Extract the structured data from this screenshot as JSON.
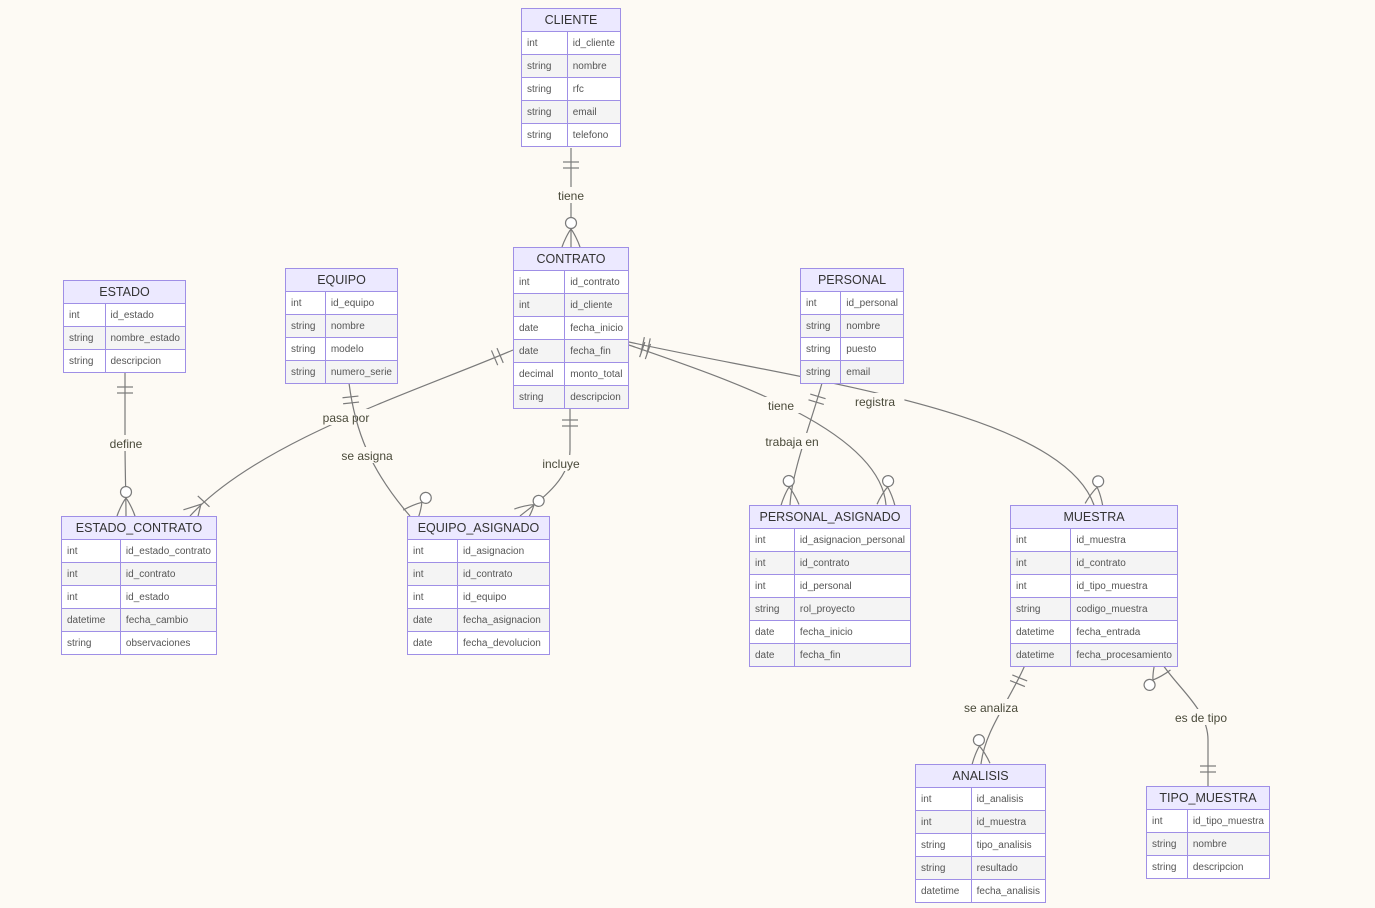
{
  "entities": {
    "cliente": {
      "name": "CLIENTE",
      "fields": [
        [
          "int",
          "id_cliente"
        ],
        [
          "string",
          "nombre"
        ],
        [
          "string",
          "rfc"
        ],
        [
          "string",
          "email"
        ],
        [
          "string",
          "telefono"
        ]
      ]
    },
    "contrato": {
      "name": "CONTRATO",
      "fields": [
        [
          "int",
          "id_contrato"
        ],
        [
          "int",
          "id_cliente"
        ],
        [
          "date",
          "fecha_inicio"
        ],
        [
          "date",
          "fecha_fin"
        ],
        [
          "decimal",
          "monto_total"
        ],
        [
          "string",
          "descripcion"
        ]
      ]
    },
    "estado": {
      "name": "ESTADO",
      "fields": [
        [
          "int",
          "id_estado"
        ],
        [
          "string",
          "nombre_estado"
        ],
        [
          "string",
          "descripcion"
        ]
      ]
    },
    "equipo": {
      "name": "EQUIPO",
      "fields": [
        [
          "int",
          "id_equipo"
        ],
        [
          "string",
          "nombre"
        ],
        [
          "string",
          "modelo"
        ],
        [
          "string",
          "numero_serie"
        ]
      ]
    },
    "personal": {
      "name": "PERSONAL",
      "fields": [
        [
          "int",
          "id_personal"
        ],
        [
          "string",
          "nombre"
        ],
        [
          "string",
          "puesto"
        ],
        [
          "string",
          "email"
        ]
      ]
    },
    "estado_contrato": {
      "name": "ESTADO_CONTRATO",
      "fields": [
        [
          "int",
          "id_estado_contrato"
        ],
        [
          "int",
          "id_contrato"
        ],
        [
          "int",
          "id_estado"
        ],
        [
          "datetime",
          "fecha_cambio"
        ],
        [
          "string",
          "observaciones"
        ]
      ]
    },
    "equipo_asignado": {
      "name": "EQUIPO_ASIGNADO",
      "fields": [
        [
          "int",
          "id_asignacion"
        ],
        [
          "int",
          "id_contrato"
        ],
        [
          "int",
          "id_equipo"
        ],
        [
          "date",
          "fecha_asignacion"
        ],
        [
          "date",
          "fecha_devolucion"
        ]
      ]
    },
    "personal_asignado": {
      "name": "PERSONAL_ASIGNADO",
      "fields": [
        [
          "int",
          "id_asignacion_personal"
        ],
        [
          "int",
          "id_contrato"
        ],
        [
          "int",
          "id_personal"
        ],
        [
          "string",
          "rol_proyecto"
        ],
        [
          "date",
          "fecha_inicio"
        ],
        [
          "date",
          "fecha_fin"
        ]
      ]
    },
    "muestra": {
      "name": "MUESTRA",
      "fields": [
        [
          "int",
          "id_muestra"
        ],
        [
          "int",
          "id_contrato"
        ],
        [
          "int",
          "id_tipo_muestra"
        ],
        [
          "string",
          "codigo_muestra"
        ],
        [
          "datetime",
          "fecha_entrada"
        ],
        [
          "datetime",
          "fecha_procesamiento"
        ]
      ]
    },
    "analisis": {
      "name": "ANALISIS",
      "fields": [
        [
          "int",
          "id_analisis"
        ],
        [
          "int",
          "id_muestra"
        ],
        [
          "string",
          "tipo_analisis"
        ],
        [
          "string",
          "resultado"
        ],
        [
          "datetime",
          "fecha_analisis"
        ]
      ]
    },
    "tipo_muestra": {
      "name": "TIPO_MUESTRA",
      "fields": [
        [
          "int",
          "id_tipo_muestra"
        ],
        [
          "string",
          "nombre"
        ],
        [
          "string",
          "descripcion"
        ]
      ]
    }
  },
  "relationships": [
    {
      "id": "cliente-contrato",
      "from": "cliente",
      "to": "contrato",
      "label": "tiene",
      "from_card": "one",
      "to_card": "zero-or-many"
    },
    {
      "id": "estado-estado_contrato",
      "from": "estado",
      "to": "estado_contrato",
      "label": "define",
      "from_card": "one",
      "to_card": "zero-or-many"
    },
    {
      "id": "contrato-estado_contrato",
      "from": "contrato",
      "to": "estado_contrato",
      "label": "pasa por",
      "from_card": "one",
      "to_card": "one-or-many"
    },
    {
      "id": "equipo-equipo_asignado",
      "from": "equipo",
      "to": "equipo_asignado",
      "label": "se asigna",
      "from_card": "one",
      "to_card": "zero-or-many"
    },
    {
      "id": "contrato-equipo_asignado",
      "from": "contrato",
      "to": "equipo_asignado",
      "label": "incluye",
      "from_card": "one",
      "to_card": "zero-or-many"
    },
    {
      "id": "personal-personal_asignado",
      "from": "personal",
      "to": "personal_asignado",
      "label": "trabaja en",
      "from_card": "one",
      "to_card": "zero-or-many"
    },
    {
      "id": "contrato-personal_asignado",
      "from": "contrato",
      "to": "personal_asignado",
      "label": "tiene",
      "from_card": "one",
      "to_card": "zero-or-many"
    },
    {
      "id": "contrato-muestra",
      "from": "contrato",
      "to": "muestra",
      "label": "registra",
      "from_card": "one",
      "to_card": "zero-or-many"
    },
    {
      "id": "muestra-analisis",
      "from": "muestra",
      "to": "analisis",
      "label": "se analiza",
      "from_card": "one",
      "to_card": "zero-or-many"
    },
    {
      "id": "tipo_muestra-muestra",
      "from": "tipo_muestra",
      "to": "muestra",
      "label": "es de tipo",
      "from_card": "one",
      "to_card": "zero-or-many"
    }
  ]
}
